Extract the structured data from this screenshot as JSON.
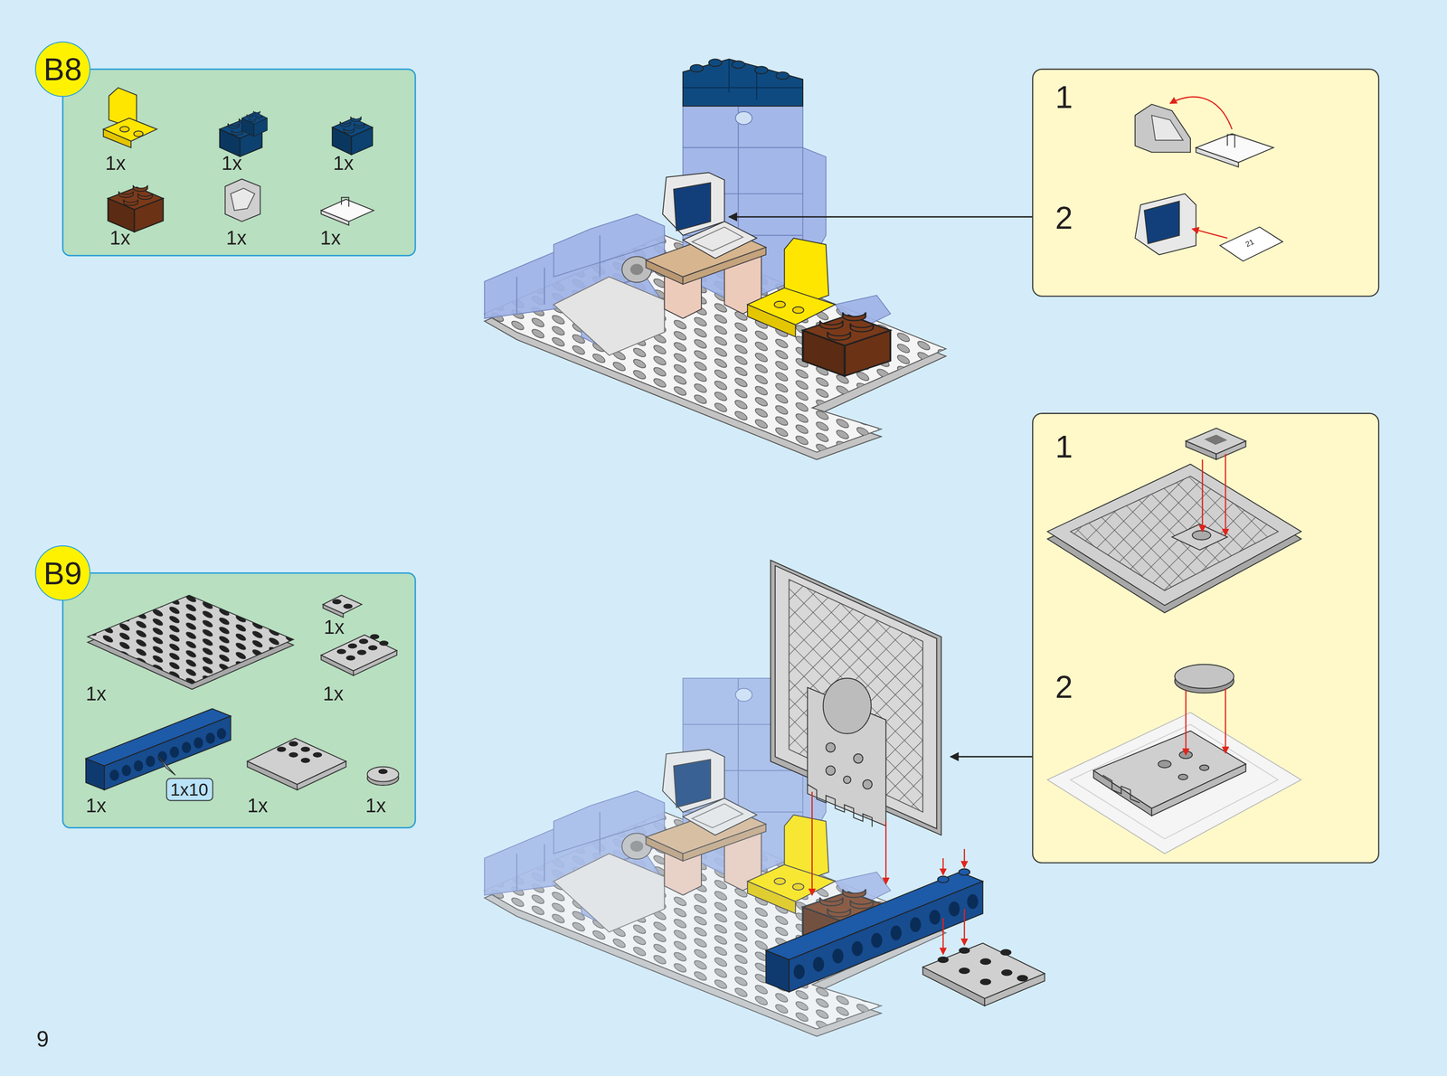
{
  "diagram": {
    "nodes": [
      {
        "text": [
          "B8"
        ]
      },
      {
        "text": [
          "B9"
        ]
      },
      {
        "text": [
          "1x10"
        ]
      }
    ],
    "labels": [
      "1x",
      "1x",
      "1x",
      "1x",
      "1x",
      "1x",
      "1",
      "2",
      "21",
      "1x",
      "1x",
      "1x",
      "1x",
      "1x",
      "1x",
      "1",
      "2",
      "9"
    ]
  }
}
